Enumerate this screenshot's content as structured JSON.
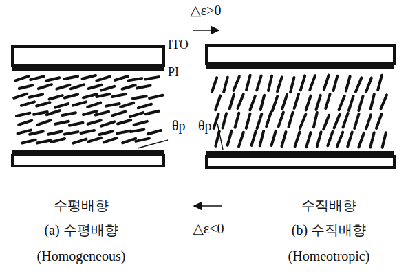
{
  "diagram": {
    "labels": [
      "△ε>0",
      "ITO",
      "PI",
      "θp",
      "θp",
      "수평배향",
      "(a) 수평배향",
      "(Homogeneous)",
      "△ε<0",
      "수직배향",
      "(b) 수직배향",
      "(Homeotropic)"
    ]
  }
}
